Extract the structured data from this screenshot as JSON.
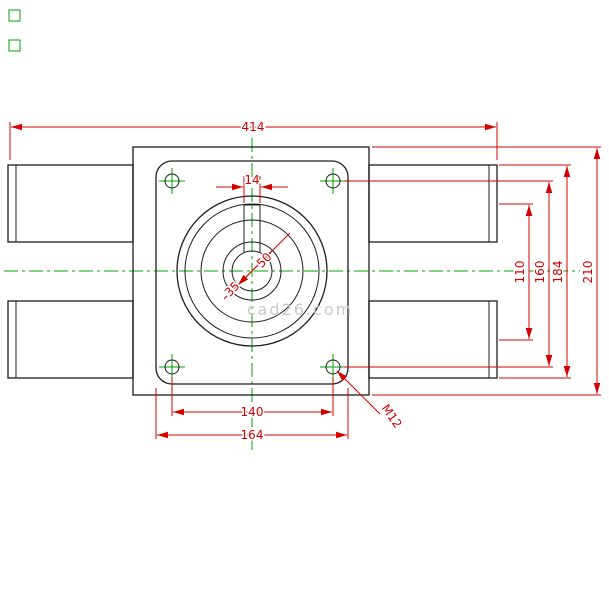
{
  "watermark": "cad26.com",
  "dimensions": {
    "overall_width": "414",
    "keyway_width": "14",
    "bore_diameter": "35",
    "hub_diameter": "50",
    "shaft_center_distance": "110",
    "bolt_vertical_spacing": "160",
    "shaft_outer_span": "184",
    "overall_height": "210",
    "bolt_horizontal_spacing": "140",
    "flange_width": "164",
    "thread_callout": "M12"
  }
}
